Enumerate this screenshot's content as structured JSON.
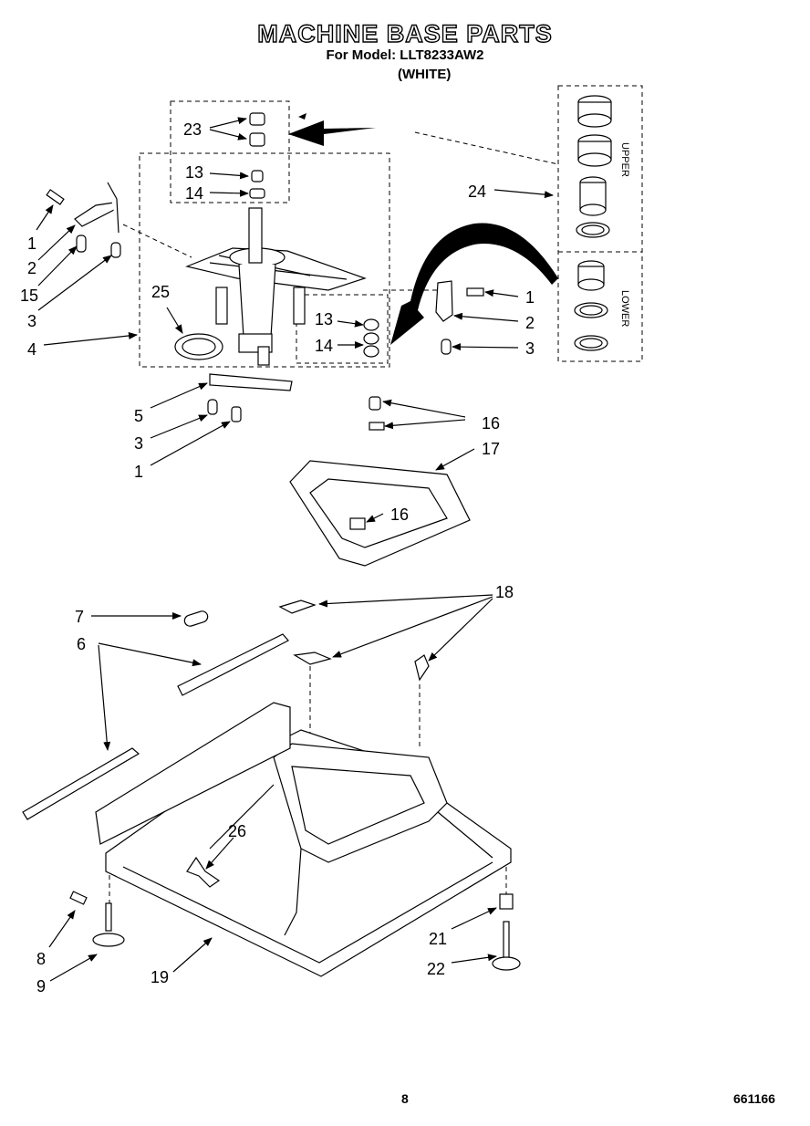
{
  "header": {
    "title": "MACHINE BASE PARTS",
    "model_line": "For Model: LLT8233AW2",
    "color": "(WHITE)"
  },
  "panel_labels": {
    "upper": "UPPER",
    "lower": "LOWER"
  },
  "callouts": [
    {
      "id": "c23",
      "text": "23"
    },
    {
      "id": "c13a",
      "text": "13"
    },
    {
      "id": "c14a",
      "text": "14"
    },
    {
      "id": "c1a",
      "text": "1"
    },
    {
      "id": "c2a",
      "text": "2"
    },
    {
      "id": "c15",
      "text": "15"
    },
    {
      "id": "c3a",
      "text": "3"
    },
    {
      "id": "c4",
      "text": "4"
    },
    {
      "id": "c25",
      "text": "25"
    },
    {
      "id": "c13b",
      "text": "13"
    },
    {
      "id": "c14b",
      "text": "14"
    },
    {
      "id": "c24",
      "text": "24"
    },
    {
      "id": "c1b",
      "text": "1"
    },
    {
      "id": "c2b",
      "text": "2"
    },
    {
      "id": "c3b",
      "text": "3"
    },
    {
      "id": "c5",
      "text": "5"
    },
    {
      "id": "c3c",
      "text": "3"
    },
    {
      "id": "c1c",
      "text": "1"
    },
    {
      "id": "c16a",
      "text": "16"
    },
    {
      "id": "c17",
      "text": "17"
    },
    {
      "id": "c16b",
      "text": "16"
    },
    {
      "id": "c7",
      "text": "7"
    },
    {
      "id": "c6",
      "text": "6"
    },
    {
      "id": "c18",
      "text": "18"
    },
    {
      "id": "c26",
      "text": "26"
    },
    {
      "id": "c8",
      "text": "8"
    },
    {
      "id": "c9",
      "text": "9"
    },
    {
      "id": "c19",
      "text": "19"
    },
    {
      "id": "c21",
      "text": "21"
    },
    {
      "id": "c22",
      "text": "22"
    }
  ],
  "footer": {
    "page": "8",
    "doc_number": "661166"
  }
}
